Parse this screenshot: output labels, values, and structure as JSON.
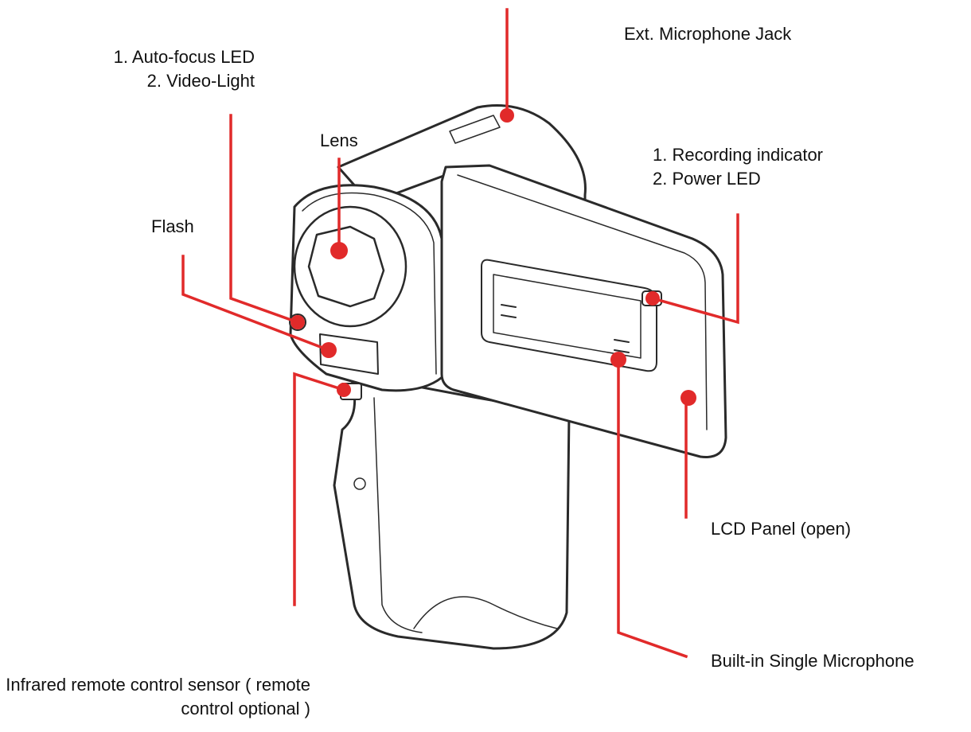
{
  "labels": {
    "mic_jack": "Ext. Microphone Jack",
    "autofocus_line1": "1. Auto-focus LED",
    "autofocus_line2": "2. Video-Light",
    "lens": "Lens",
    "recording_line1": "1. Recording indicator",
    "recording_line2": "2. Power LED",
    "flash": "Flash",
    "lcd_panel": "LCD Panel (open)",
    "builtin_mic": "Built-in Single Microphone",
    "infrared_line1": "Infrared remote control sensor ( remote",
    "infrared_line2": "control optional )"
  },
  "colors": {
    "leader": "#e12a2a",
    "outline": "#2a2a2a",
    "body_fill": "#ffffff"
  }
}
